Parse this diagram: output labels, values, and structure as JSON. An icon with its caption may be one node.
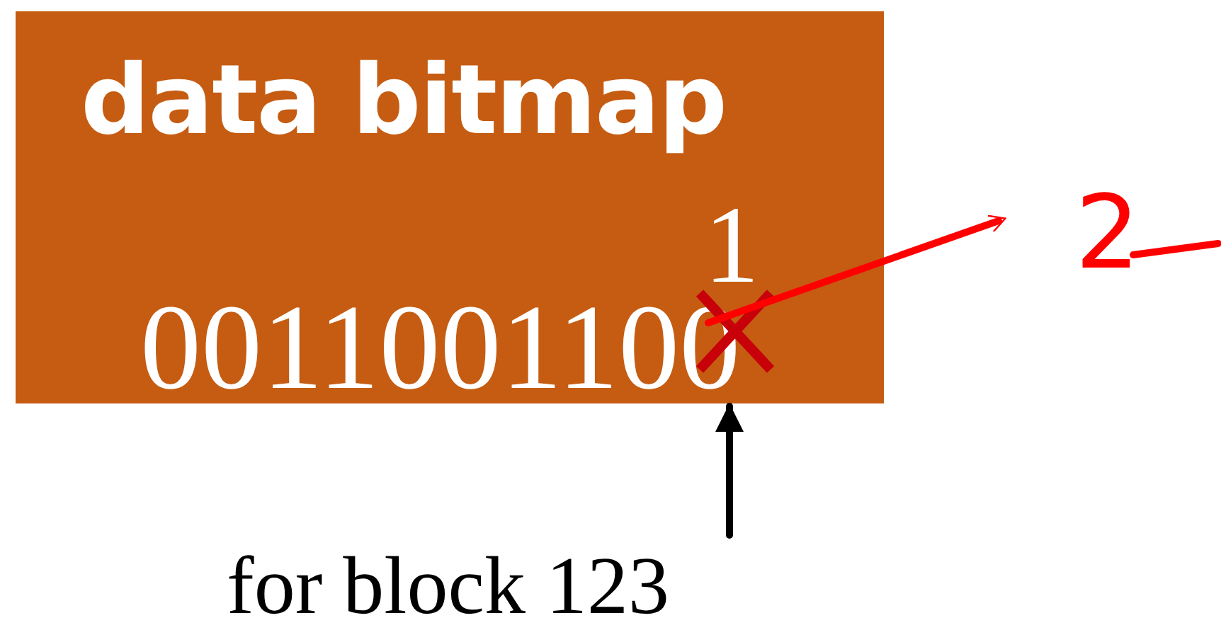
{
  "diagram": {
    "nodes": [
      {
        "text": [
          "data bitmap",
          "0011001100"
        ]
      },
      {
        "text": [],
        "shape": "cross",
        "in": 0
      },
      {
        "text": [
          "2"
        ]
      },
      {
        "text": [
          "for block 123"
        ]
      }
    ],
    "edges": [
      {
        "from": 1,
        "to": 2,
        "arrow": "to",
        "color": "#ff0000"
      },
      {
        "from": 3,
        "to": 0,
        "arrow": "to",
        "color": "#000000"
      }
    ],
    "labels": [
      "1"
    ]
  }
}
